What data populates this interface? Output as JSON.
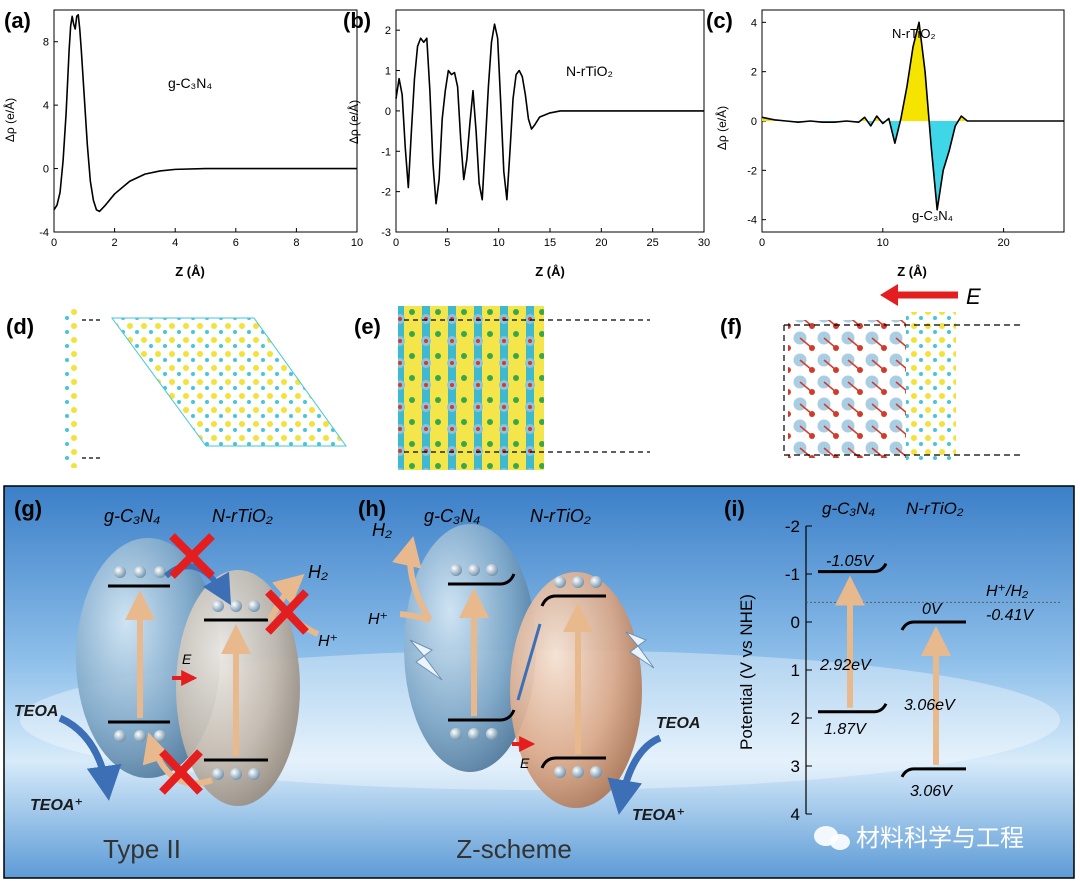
{
  "panel_labels": {
    "a": "(a)",
    "b": "(b)",
    "c": "(c)",
    "d": "(d)",
    "e": "(e)",
    "f": "(f)",
    "g": "(g)",
    "h": "(h)",
    "i": "(i)"
  },
  "plots": {
    "a": {
      "ylabel": "Δρ (e/Å)",
      "xlabel": "Z (Å)",
      "label": "g-C₃N₄",
      "xticks": [
        "0",
        "2",
        "4",
        "6",
        "8",
        "10"
      ],
      "yticks": [
        "-4",
        "0",
        "4",
        "8"
      ]
    },
    "b": {
      "ylabel": "Δρ (e/Å)",
      "xlabel": "Z (Å)",
      "label": "N-rTiO₂",
      "xticks": [
        "0",
        "5",
        "10",
        "15",
        "20",
        "25",
        "30"
      ],
      "yticks": [
        "-3",
        "-2",
        "-1",
        "0",
        "1",
        "2"
      ]
    },
    "c": {
      "ylabel": "Δρ (e/Å)",
      "xlabel": "Z (Å)",
      "label_top": "N-rTiO₂",
      "label_bottom": "g-C₃N₄",
      "xticks": [
        "0",
        "10",
        "20"
      ],
      "yticks": [
        "-4",
        "-2",
        "0",
        "2",
        "4"
      ]
    }
  },
  "chart_data": [
    {
      "type": "line",
      "xlim": [
        0,
        10
      ],
      "ylim": [
        -4,
        10
      ],
      "x": [
        0,
        0.1,
        0.2,
        0.3,
        0.4,
        0.5,
        0.55,
        0.6,
        0.65,
        0.7,
        0.75,
        0.8,
        0.85,
        0.9,
        1.0,
        1.1,
        1.2,
        1.3,
        1.4,
        1.5,
        1.7,
        2.0,
        2.5,
        3,
        3.5,
        4,
        5,
        6,
        7,
        8,
        9,
        10
      ],
      "y": [
        -2.6,
        -2.3,
        -1.5,
        0.5,
        3.5,
        7.5,
        9.0,
        9.6,
        9.1,
        8.8,
        9.6,
        9.7,
        8.8,
        7.5,
        4.5,
        1.5,
        -0.8,
        -2.0,
        -2.6,
        -2.7,
        -2.3,
        -1.6,
        -0.8,
        -0.35,
        -0.15,
        -0.05,
        0,
        0,
        0,
        0,
        0,
        0
      ]
    },
    {
      "type": "line",
      "xlim": [
        0,
        30
      ],
      "ylim": [
        -3,
        2.5
      ],
      "x": [
        0,
        0.3,
        0.6,
        0.9,
        1.2,
        1.5,
        1.8,
        2.1,
        2.4,
        2.7,
        3.0,
        3.3,
        3.6,
        3.9,
        4.2,
        4.5,
        4.8,
        5.1,
        5.4,
        5.7,
        6.0,
        6.3,
        6.6,
        6.9,
        7.2,
        7.5,
        7.8,
        8.1,
        8.4,
        8.7,
        9.0,
        9.3,
        9.6,
        9.9,
        10.2,
        10.5,
        10.8,
        11.1,
        11.4,
        11.7,
        12.0,
        12.3,
        12.6,
        12.9,
        13.2,
        13.5,
        14,
        15,
        16,
        18,
        20,
        25,
        30
      ],
      "y": [
        0.3,
        0.8,
        0.4,
        -0.9,
        -1.9,
        -0.5,
        0.8,
        1.6,
        1.8,
        1.7,
        1.8,
        0.5,
        -1.3,
        -2.3,
        -1.7,
        -0.2,
        0.5,
        1.0,
        0.9,
        0.95,
        0.6,
        -0.7,
        -1.7,
        -1.2,
        -0.3,
        0.5,
        -0.5,
        -1.8,
        -2.2,
        -0.8,
        0.6,
        1.7,
        2.15,
        1.8,
        0.2,
        -1.5,
        -2.2,
        -1.0,
        0.3,
        0.9,
        1.0,
        0.85,
        0.4,
        -0.2,
        -0.45,
        -0.35,
        -0.15,
        -0.05,
        0,
        0,
        0,
        0,
        0
      ]
    },
    {
      "type": "area",
      "xlim": [
        0,
        25
      ],
      "ylim": [
        -4.5,
        4.5
      ],
      "x": [
        0,
        0.5,
        1,
        2,
        3,
        4,
        5,
        6,
        7,
        8,
        8.5,
        9,
        9.5,
        10,
        10.5,
        11,
        11.5,
        12,
        12.5,
        13,
        13.5,
        14,
        14.5,
        15,
        15.5,
        16,
        16.5,
        17,
        18,
        20,
        22,
        25
      ],
      "y": [
        0.15,
        0.1,
        0.05,
        0,
        -0.05,
        0,
        -0.05,
        -0.05,
        0,
        -0.05,
        0.15,
        -0.2,
        0.2,
        -0.1,
        0.1,
        -0.9,
        0.1,
        1.4,
        3.0,
        4.0,
        2.0,
        -1.0,
        -3.6,
        -2.0,
        -1.2,
        -0.2,
        0.2,
        0,
        0,
        0,
        0,
        0
      ]
    }
  ],
  "panel_g": {
    "left": "g-C₃N₄",
    "right": "N-rTiO₂",
    "h2": "H₂",
    "hplus": "H⁺",
    "e": "E",
    "teoa": "TEOA",
    "teoaplus": "TEOA⁺",
    "caption": "Type II"
  },
  "panel_h": {
    "left": "g-C₃N₄",
    "right": "N-rTiO₂",
    "h2": "H₂",
    "hplus": "H⁺",
    "e": "E",
    "teoa": "TEOA",
    "teoaplus": "TEOA⁺",
    "caption": "Z-scheme"
  },
  "panel_i": {
    "col_left": "g-C₃N₄",
    "col_right": "N-rTiO₂",
    "ylabel": "Potential (V vs NHE)",
    "ref_label": "H⁺/H₂",
    "ref_value": "-0.41V",
    "cb_left": "-1.05V",
    "gap_left": "2.92eV",
    "vb_left": "1.87V",
    "cb_right": "0V",
    "gap_right": "3.06eV",
    "vb_right": "3.06V",
    "yticks": [
      "-2",
      "-1",
      "0",
      "1",
      "2",
      "3",
      "4"
    ],
    "ylim": [
      -2,
      4
    ],
    "levels": [
      {
        "name": "cb_left",
        "value": -1.05
      },
      {
        "name": "vb_left",
        "value": 1.87
      },
      {
        "name": "cb_right",
        "value": 0
      },
      {
        "name": "vb_right",
        "value": 3.06
      },
      {
        "name": "ref",
        "value": -0.41
      }
    ]
  },
  "panel_f": {
    "field": "E"
  },
  "watermark": "材料科学与工程",
  "colors": {
    "yellow": "#f5e400",
    "cyan": "#3fd6e8",
    "red": "#e41e1e",
    "ball": "#9ec6de",
    "sky": "#4f8fcf"
  }
}
